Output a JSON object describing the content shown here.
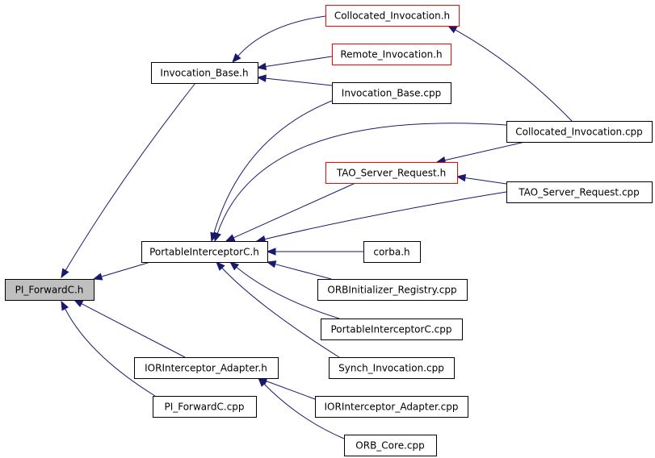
{
  "colors": {
    "edge": "#191970",
    "box_border": "#000000",
    "box_border_external": "#ff0000",
    "box_fill": "#ffffff",
    "box_fill_selected": "#bfbfbf"
  },
  "nodes": [
    {
      "id": "pi_forwardc_h",
      "label": "PI_ForwardC.h",
      "style": "selected"
    },
    {
      "id": "invocation_base_h",
      "label": "Invocation_Base.h",
      "style": "normal"
    },
    {
      "id": "collocated_invocation_h",
      "label": "Collocated_Invocation.h",
      "style": "external"
    },
    {
      "id": "remote_invocation_h",
      "label": "Remote_Invocation.h",
      "style": "external"
    },
    {
      "id": "invocation_base_cpp",
      "label": "Invocation_Base.cpp",
      "style": "normal"
    },
    {
      "id": "collocated_invocation_cpp",
      "label": "Collocated_Invocation.cpp",
      "style": "normal"
    },
    {
      "id": "tao_server_request_h",
      "label": "TAO_Server_Request.h",
      "style": "external"
    },
    {
      "id": "tao_server_request_cpp",
      "label": "TAO_Server_Request.cpp",
      "style": "normal"
    },
    {
      "id": "portableinterceptorc_h",
      "label": "PortableInterceptorC.h",
      "style": "normal"
    },
    {
      "id": "corba_h",
      "label": "corba.h",
      "style": "normal"
    },
    {
      "id": "orbinitializer_registry_cpp",
      "label": "ORBInitializer_Registry.cpp",
      "style": "normal"
    },
    {
      "id": "portableinterceptorc_cpp",
      "label": "PortableInterceptorC.cpp",
      "style": "normal"
    },
    {
      "id": "synch_invocation_cpp",
      "label": "Synch_Invocation.cpp",
      "style": "normal"
    },
    {
      "id": "iorinterceptor_adapter_h",
      "label": "IORInterceptor_Adapter.h",
      "style": "normal"
    },
    {
      "id": "pi_forwardc_cpp",
      "label": "PI_ForwardC.cpp",
      "style": "normal"
    },
    {
      "id": "iorinterceptor_adapter_cpp",
      "label": "IORInterceptor_Adapter.cpp",
      "style": "normal"
    },
    {
      "id": "orb_core_cpp",
      "label": "ORB_Core.cpp",
      "style": "normal"
    }
  ],
  "edges": [
    {
      "from": "invocation_base_h",
      "to": "pi_forwardc_h"
    },
    {
      "from": "portableinterceptorc_h",
      "to": "pi_forwardc_h"
    },
    {
      "from": "iorinterceptor_adapter_h",
      "to": "pi_forwardc_h"
    },
    {
      "from": "pi_forwardc_cpp",
      "to": "pi_forwardc_h"
    },
    {
      "from": "collocated_invocation_h",
      "to": "invocation_base_h"
    },
    {
      "from": "remote_invocation_h",
      "to": "invocation_base_h"
    },
    {
      "from": "invocation_base_cpp",
      "to": "invocation_base_h"
    },
    {
      "from": "collocated_invocation_cpp",
      "to": "collocated_invocation_h"
    },
    {
      "from": "invocation_base_cpp",
      "to": "portableinterceptorc_h"
    },
    {
      "from": "collocated_invocation_cpp",
      "to": "portableinterceptorc_h"
    },
    {
      "from": "tao_server_request_h",
      "to": "portableinterceptorc_h"
    },
    {
      "from": "tao_server_request_cpp",
      "to": "portableinterceptorc_h"
    },
    {
      "from": "corba_h",
      "to": "portableinterceptorc_h"
    },
    {
      "from": "orbinitializer_registry_cpp",
      "to": "portableinterceptorc_h"
    },
    {
      "from": "portableinterceptorc_cpp",
      "to": "portableinterceptorc_h"
    },
    {
      "from": "synch_invocation_cpp",
      "to": "portableinterceptorc_h"
    },
    {
      "from": "collocated_invocation_cpp",
      "to": "tao_server_request_h"
    },
    {
      "from": "tao_server_request_cpp",
      "to": "tao_server_request_h"
    },
    {
      "from": "iorinterceptor_adapter_cpp",
      "to": "iorinterceptor_adapter_h"
    },
    {
      "from": "orb_core_cpp",
      "to": "iorinterceptor_adapter_h"
    }
  ]
}
